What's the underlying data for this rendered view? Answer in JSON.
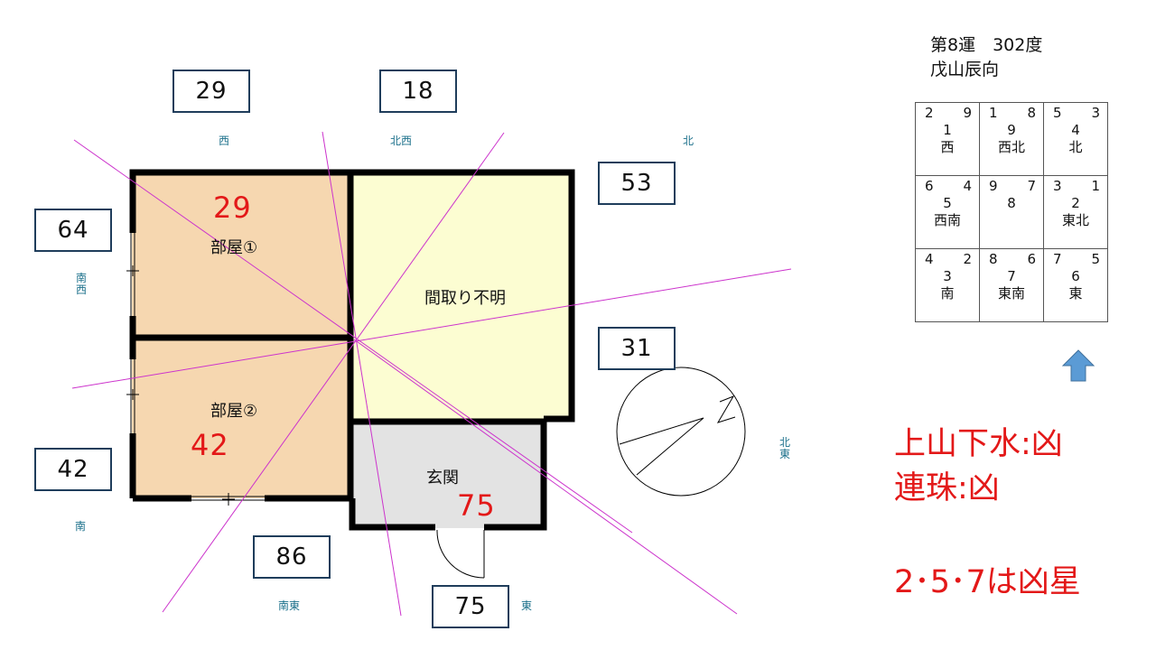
{
  "outer_boxes": [
    {
      "id": "w",
      "value": "29"
    },
    {
      "id": "nw",
      "value": "18"
    },
    {
      "id": "n",
      "value": "53"
    },
    {
      "id": "sw",
      "value": "64"
    },
    {
      "id": "ne",
      "value": "31"
    },
    {
      "id": "s",
      "value": "42"
    },
    {
      "id": "se",
      "value": "86"
    },
    {
      "id": "e",
      "value": "75"
    }
  ],
  "direction_labels": {
    "west": "西",
    "northwest": "北西",
    "north": "北",
    "southwest": "南西",
    "northeast": "北東",
    "south": "南",
    "southeast": "南東",
    "east": "東"
  },
  "rooms": {
    "room1": {
      "label": "部屋①",
      "number": "29"
    },
    "room2": {
      "label": "部屋②",
      "number": "42"
    },
    "unknown": {
      "label": "間取り不明"
    },
    "entrance": {
      "label": "玄関",
      "number": "75"
    }
  },
  "header": {
    "line1": "第8運　302度",
    "line2": "戊山辰向"
  },
  "flying_star_chart": [
    [
      {
        "top_left": "2",
        "top_right": "9",
        "center": "1",
        "direction": "西"
      },
      {
        "top_left": "1",
        "top_right": "8",
        "center": "9",
        "direction": "西北"
      },
      {
        "top_left": "5",
        "top_right": "3",
        "center": "4",
        "direction": "北"
      }
    ],
    [
      {
        "top_left": "6",
        "top_right": "4",
        "center": "5",
        "direction": "西南"
      },
      {
        "top_left": "9",
        "top_right": "7",
        "center": "8",
        "direction": ""
      },
      {
        "top_left": "3",
        "top_right": "1",
        "center": "2",
        "direction": "東北"
      }
    ],
    [
      {
        "top_left": "4",
        "top_right": "2",
        "center": "3",
        "direction": "南"
      },
      {
        "top_left": "8",
        "top_right": "6",
        "center": "7",
        "direction": "東南"
      },
      {
        "top_left": "7",
        "top_right": "5",
        "center": "6",
        "direction": "東"
      }
    ]
  ],
  "verdicts": {
    "line1": "上山下水:凶",
    "line2": "連珠:凶",
    "line3": "2･5･7は凶星"
  },
  "colors": {
    "room_fill": "#f6d7b0",
    "unknown_fill": "#fcfdd2",
    "entrance_fill": "#e3e3e3",
    "wall": "#000000",
    "divider_lines": "#cc33cc",
    "highlight_red": "#e31818",
    "arrow_blue": "#5b9bd5"
  }
}
